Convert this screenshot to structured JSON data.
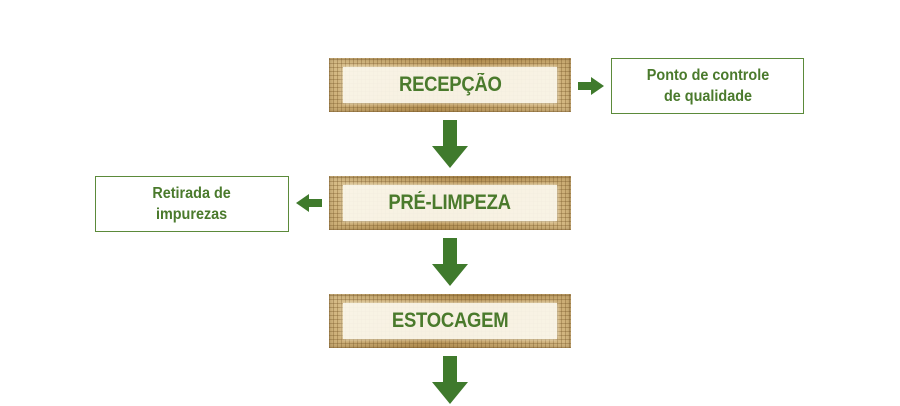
{
  "colors": {
    "accent_green": "#4a7a2c",
    "arrow_green": "#3f7a2c",
    "burlap": "#cdb07c"
  },
  "flow": {
    "stages": [
      {
        "label": "RECEPÇÃO"
      },
      {
        "label": "PRÉ-LIMPEZA"
      },
      {
        "label": "ESTOCAGEM"
      }
    ],
    "side_notes": [
      {
        "label": "Ponto de controle\nde qualidade"
      },
      {
        "label": "Retirada de\nimpurezas"
      }
    ]
  }
}
